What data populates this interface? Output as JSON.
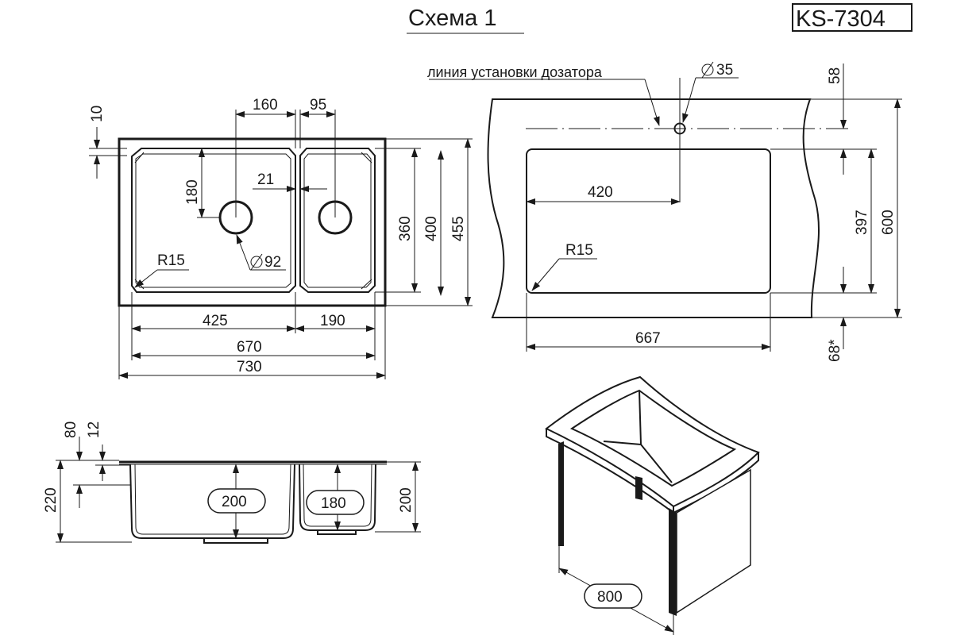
{
  "header": {
    "scheme": "Схема 1",
    "model": "KS-7304"
  },
  "top_view": {
    "dim_160": "160",
    "dim_95": "95",
    "dim_10": "10",
    "dim_180": "180",
    "dim_21": "21",
    "dim_360": "360",
    "dim_400": "400",
    "dim_455": "455",
    "dim_r15": "R15",
    "dim_d92": "92",
    "dim_425": "425",
    "dim_190": "190",
    "dim_670": "670",
    "dim_730": "730"
  },
  "cabinet_view": {
    "dispenser_line": "линия установки дозатора",
    "dim_d35": "35",
    "dim_58": "58",
    "dim_420": "420",
    "dim_r15": "R15",
    "dim_397": "397",
    "dim_600": "600",
    "dim_68": "68*",
    "dim_667": "667"
  },
  "section_view": {
    "dim_80": "80",
    "dim_12": "12",
    "dim_220": "220",
    "dim_200_big": "200",
    "dim_180": "180",
    "dim_200_right": "200"
  },
  "iso_view": {
    "dim_800": "800"
  }
}
